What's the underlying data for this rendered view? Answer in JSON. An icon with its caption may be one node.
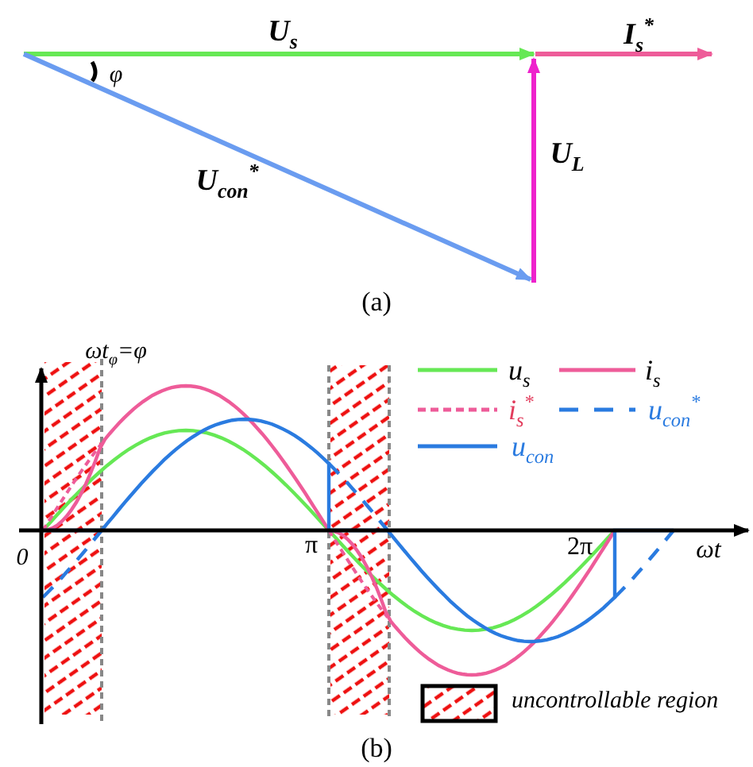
{
  "diagram": {
    "labels": [
      "U$_{s}$",
      "I$_{s}$$^{*}$",
      "φ",
      "U$_{con}$$^{*}$",
      "U$_{L}$",
      "(a)",
      "ωt$_{φ}$=φ",
      "0",
      "π",
      "2π",
      "ωt",
      "(b)"
    ],
    "legend": [
      {
        "text": "u$_{s}$"
      },
      {
        "text": "i$_{s}$"
      },
      {
        "text": "i$_{s}$$^{*}$"
      },
      {
        "text": "u$_{con}$$^{*}$"
      },
      {
        "text": "u$_{con}$"
      },
      {
        "text": "uncontrollable region"
      }
    ]
  }
}
